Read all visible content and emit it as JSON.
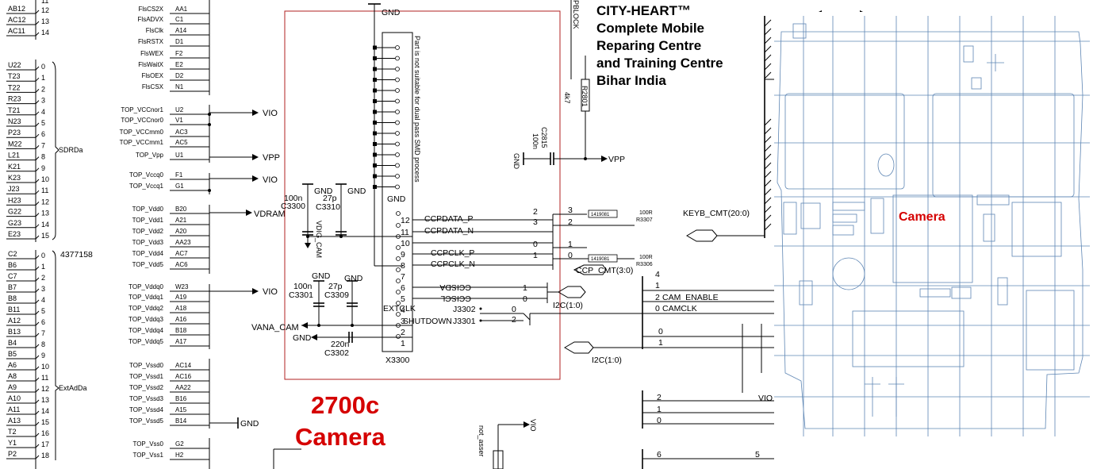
{
  "brand": {
    "line1": "CITY-HEART™",
    "line2": "Complete Mobile",
    "line3": "Reparing Centre",
    "line4": "and Training Centre",
    "line5": "Bihar India"
  },
  "title": {
    "line1": "2700c",
    "line2": "Camera"
  },
  "board_label": "Camera",
  "left_bus": {
    "rows1": [
      {
        "ball": "AB12",
        "num": "12"
      },
      {
        "ball": "AC12",
        "num": "13"
      },
      {
        "ball": "AC11",
        "num": "14"
      }
    ],
    "rows2": [
      {
        "ball": "U22",
        "num": "0"
      },
      {
        "ball": "T23",
        "num": "1"
      },
      {
        "ball": "T22",
        "num": "2"
      },
      {
        "ball": "R23",
        "num": "3"
      },
      {
        "ball": "T21",
        "num": "4"
      },
      {
        "ball": "N23",
        "num": "5"
      },
      {
        "ball": "P23",
        "num": "6"
      },
      {
        "ball": "M22",
        "num": "7"
      },
      {
        "ball": "L21",
        "num": "8"
      },
      {
        "ball": "K21",
        "num": "9"
      },
      {
        "ball": "K23",
        "num": "10"
      },
      {
        "ball": "J23",
        "num": "11"
      },
      {
        "ball": "H23",
        "num": "12"
      },
      {
        "ball": "G22",
        "num": "13"
      },
      {
        "ball": "G23",
        "num": "14"
      },
      {
        "ball": "E23",
        "num": "15"
      }
    ],
    "rows3": [
      {
        "ball": "C2",
        "num": "0"
      },
      {
        "ball": "B6",
        "num": "1"
      },
      {
        "ball": "C7",
        "num": "2"
      },
      {
        "ball": "B7",
        "num": "3"
      },
      {
        "ball": "B8",
        "num": "4"
      },
      {
        "ball": "B11",
        "num": "5"
      },
      {
        "ball": "A12",
        "num": "6"
      },
      {
        "ball": "B13",
        "num": "7"
      },
      {
        "ball": "B4",
        "num": "8"
      },
      {
        "ball": "B5",
        "num": "9"
      },
      {
        "ball": "A6",
        "num": "10"
      },
      {
        "ball": "A8",
        "num": "11"
      },
      {
        "ball": "A9",
        "num": "12"
      },
      {
        "ball": "A10",
        "num": "13"
      },
      {
        "ball": "A11",
        "num": "14"
      },
      {
        "ball": "A13",
        "num": "15"
      },
      {
        "ball": "T2",
        "num": "16"
      },
      {
        "ball": "Y1",
        "num": "17"
      },
      {
        "ball": "P2",
        "num": "18"
      }
    ],
    "sdrda": "SDRDa",
    "extadda": "ExtAdDa",
    "part": "4377158",
    "top_num": "11"
  },
  "mid_pins": [
    {
      "name": "FlsCS2X",
      "ball": "AA1"
    },
    {
      "name": "FlsADVX",
      "ball": "C1"
    },
    {
      "name": "FlsClk",
      "ball": "A14"
    },
    {
      "name": "FlsRSTX",
      "ball": "D1"
    },
    {
      "name": "FlsWEX",
      "ball": "F2"
    },
    {
      "name": "FlsWaitX",
      "ball": "E2"
    },
    {
      "name": "FlsOEX",
      "ball": "D2"
    },
    {
      "name": "FlsCSX",
      "ball": "N1"
    },
    {
      "name": "TOP_VCCnor1",
      "ball": "U2"
    },
    {
      "name": "TOP_VCCnor0",
      "ball": "V1"
    },
    {
      "name": "TOP_VCCmm0",
      "ball": "AC3"
    },
    {
      "name": "TOP_VCCmm1",
      "ball": "AC5"
    },
    {
      "name": "TOP_Vpp",
      "ball": "U1"
    },
    {
      "name": "TOP_Vccq0",
      "ball": "F1"
    },
    {
      "name": "TOP_Vccq1",
      "ball": "G1"
    },
    {
      "name": "TOP_Vdd0",
      "ball": "B20"
    },
    {
      "name": "TOP_Vdd1",
      "ball": "A21"
    },
    {
      "name": "TOP_Vdd2",
      "ball": "A20"
    },
    {
      "name": "TOP_Vdd3",
      "ball": "AA23"
    },
    {
      "name": "TOP_Vdd4",
      "ball": "AC7"
    },
    {
      "name": "TOP_Vdd5",
      "ball": "AC6"
    },
    {
      "name": "TOP_Vddq0",
      "ball": "W23"
    },
    {
      "name": "TOP_Vddq1",
      "ball": "A19"
    },
    {
      "name": "TOP_Vddq2",
      "ball": "A18"
    },
    {
      "name": "TOP_Vddq3",
      "ball": "A16"
    },
    {
      "name": "TOP_Vddq4",
      "ball": "B18"
    },
    {
      "name": "TOP_Vddq5",
      "ball": "A17"
    },
    {
      "name": "TOP_Vssd0",
      "ball": "AC14"
    },
    {
      "name": "TOP_Vssd1",
      "ball": "AC16"
    },
    {
      "name": "TOP_Vssd2",
      "ball": "AA22"
    },
    {
      "name": "TOP_Vssd3",
      "ball": "B16"
    },
    {
      "name": "TOP_Vssd4",
      "ball": "A15"
    },
    {
      "name": "TOP_Vssd5",
      "ball": "B14"
    },
    {
      "name": "TOP_Vss0",
      "ball": "G2"
    },
    {
      "name": "TOP_Vss1",
      "ball": "H2"
    }
  ],
  "nets": {
    "vio": "VIO",
    "vpp": "VPP",
    "vdram": "VDRAM",
    "gnd": "GND",
    "vana_cam": "VANA_CAM",
    "vdig_cam": "VDIG_CAM",
    "extclk": "EXTCLK",
    "shutdown": "SHUTDOWN",
    "ccpdata_p": "CCPDATA_P",
    "ccpdata_n": "CCPDATA_N",
    "ccpclk_p": "CCPCLK_P",
    "ccpclk_n": "CCPCLK_N",
    "ccisda": "CCISDA",
    "ccisdl": "CCISCL",
    "i2c": "I2C(1:0)",
    "ccp_cmt": "CCP_CMT(3:0)",
    "keyb": "KEYB_CMT(20:0)",
    "cam_enable": "CAM_ENABLE",
    "camclk": "CAMCLK",
    "pblock": "PBLOCK",
    "not_asserted": "not_asser"
  },
  "components": {
    "connector": "X3300",
    "connector_note": "Part is not suitable for dual pass SMD process",
    "c3300": {
      "ref": "C3300",
      "val": "100n"
    },
    "c3310": {
      "ref": "C3310",
      "val": "27p"
    },
    "c3301": {
      "ref": "C3301",
      "val": "100n"
    },
    "c3309": {
      "ref": "C3309",
      "val": "27p"
    },
    "c3302": {
      "ref": "C3302",
      "val": "220n"
    },
    "c2815": {
      "ref": "C2815",
      "val": "100n"
    },
    "r2801": {
      "ref": "R2801",
      "val": "4k7"
    },
    "r3307": {
      "ref": "R3307",
      "val": "100R"
    },
    "r3306": {
      "ref": "R3306",
      "val": "100R"
    },
    "fb": "1419081",
    "j3302": "J3302",
    "j3301": "J3301"
  },
  "connector_pins": [
    "12",
    "11",
    "10",
    "9",
    "8",
    "7",
    "6",
    "5",
    "4",
    "3",
    "2",
    "1"
  ],
  "bus_nums": {
    "ccp_a": [
      "2",
      "3"
    ],
    "ccp_b": [
      "3",
      "2"
    ],
    "ccp_c": [
      "0",
      "1"
    ],
    "ccp_d": [
      "1",
      "0"
    ],
    "i2c_a": [
      "1",
      "0"
    ],
    "j_nums": [
      "0",
      "2"
    ],
    "cmt": [
      "4",
      "1",
      "2",
      "0"
    ],
    "i2c_b": [
      "0",
      "1"
    ],
    "low": [
      "2",
      "1",
      "0"
    ],
    "bottom": [
      "6",
      "5"
    ]
  }
}
